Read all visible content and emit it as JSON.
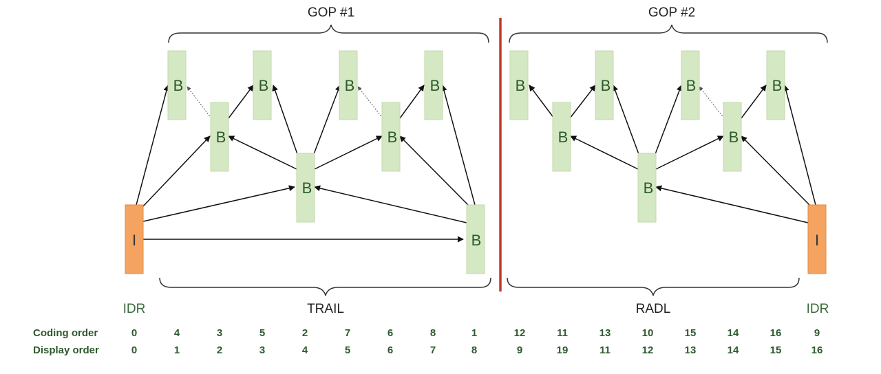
{
  "gops": [
    {
      "label": "GOP #1"
    },
    {
      "label": "GOP #2"
    }
  ],
  "frames": [
    {
      "id": "idr1",
      "type": "I"
    },
    {
      "id": "g1b1",
      "type": "B"
    },
    {
      "id": "g1b2",
      "type": "B"
    },
    {
      "id": "g1b3",
      "type": "B"
    },
    {
      "id": "g1b4",
      "type": "B"
    },
    {
      "id": "g1b5",
      "type": "B"
    },
    {
      "id": "g1b6",
      "type": "B"
    },
    {
      "id": "g1b7",
      "type": "B"
    },
    {
      "id": "g1b8",
      "type": "B"
    },
    {
      "id": "g2b1",
      "type": "B"
    },
    {
      "id": "g2b2",
      "type": "B"
    },
    {
      "id": "g2b3",
      "type": "B"
    },
    {
      "id": "g2b4",
      "type": "B"
    },
    {
      "id": "g2b5",
      "type": "B"
    },
    {
      "id": "g2b6",
      "type": "B"
    },
    {
      "id": "g2b7",
      "type": "B"
    },
    {
      "id": "idr2",
      "type": "I"
    }
  ],
  "labels": {
    "idr_left": "IDR",
    "trail": "TRAIL",
    "radl": "RADL",
    "idr_right": "IDR"
  },
  "coding_order": {
    "title": "Coding order",
    "values": [
      "0",
      "4",
      "3",
      "5",
      "2",
      "7",
      "6",
      "8",
      "1",
      "12",
      "11",
      "13",
      "10",
      "15",
      "14",
      "16",
      "9"
    ]
  },
  "display_order": {
    "title": "Display order",
    "values": [
      "0",
      "1",
      "2",
      "3",
      "4",
      "5",
      "6",
      "7",
      "8",
      "9",
      "19",
      "11",
      "12",
      "13",
      "14",
      "15",
      "16"
    ]
  },
  "colors": {
    "i_frame": "#f4a460",
    "b_frame": "#d5e8c4",
    "divider": "#c0392b",
    "arrow": "#111111"
  }
}
